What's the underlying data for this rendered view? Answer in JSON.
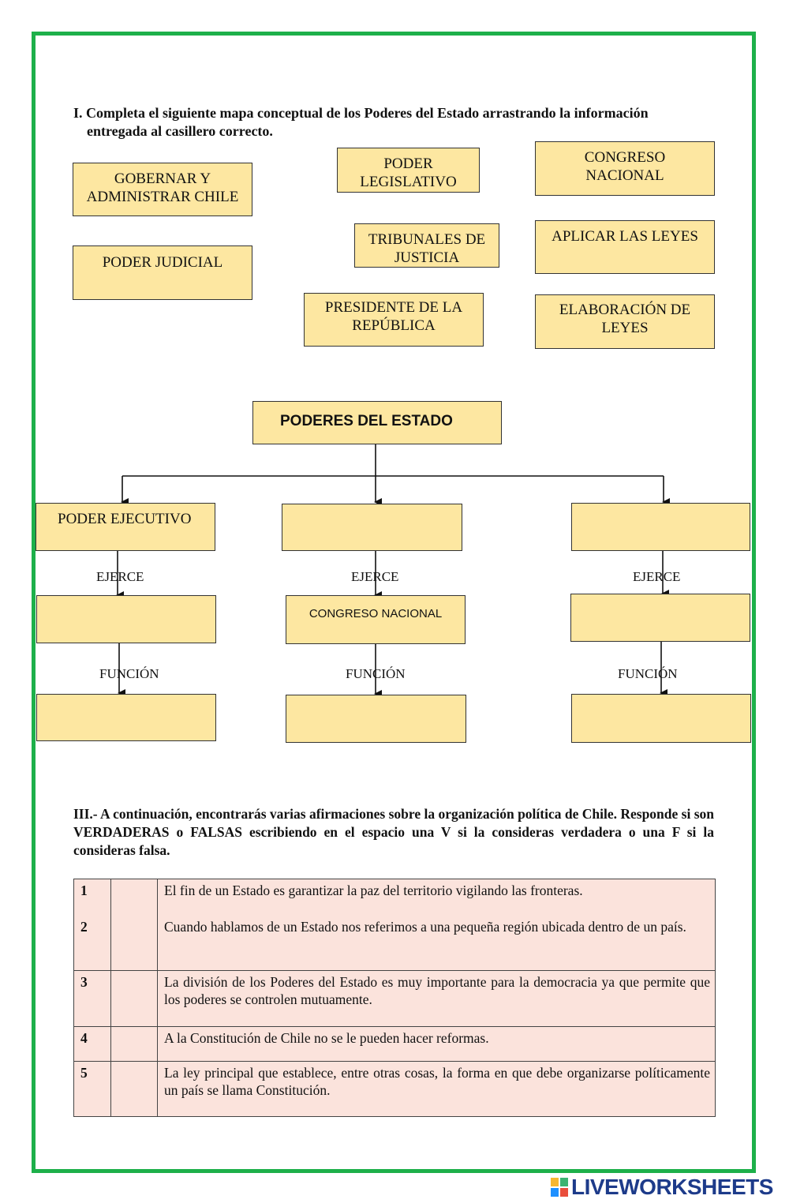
{
  "section1": {
    "instruction_line1": "I. Completa el siguiente mapa conceptual de los Poderes del Estado arrastrando la información",
    "instruction_line2": "entregada al casillero correcto."
  },
  "drag_items": {
    "gobernar_l1": "GOBERNAR Y",
    "gobernar_l2": "ADMINISTRAR CHILE",
    "poder_legislativo_l1": "PODER",
    "poder_legislativo_l2": "LEGISLATIVO",
    "congreso_l1": "CONGRESO",
    "congreso_l2": "NACIONAL",
    "poder_judicial": "PODER JUDICIAL",
    "tribunales_l1": "TRIBUNALES DE",
    "tribunales_l2": "JUSTICIA",
    "aplicar_leyes": "APLICAR LAS LEYES",
    "presidente_l1": "PRESIDENTE DE LA",
    "presidente_l2": "REPÚBLICA",
    "elaboracion_l1": "ELABORACIÓN DE",
    "elaboracion_l2": "LEYES"
  },
  "concept_map": {
    "root": "PODERES DEL ESTADO",
    "col1_power": "PODER EJECUTIVO",
    "col2_exerce_prefilled": "CONGRESO NACIONAL",
    "label_ejerce": "EJERCE",
    "label_funcion": "FUNCIÓN"
  },
  "section3": {
    "instruction": "III.- A continuación, encontrarás varias afirmaciones sobre la organización política de Chile. Responde si son VERDADERAS o FALSAS escribiendo en el espacio una V si la consideras verdadera o una F si la consideras falsa.",
    "rows": [
      {
        "n1": "1",
        "t1": "El fin de un Estado es garantizar la paz del territorio vigilando las fronteras.",
        "n2": "2",
        "t2": "Cuando hablamos de un Estado nos referimos a una pequeña región ubicada dentro de un país."
      },
      {
        "n": "3",
        "t": "La división de los Poderes del Estado es muy importante para la democracia ya que permite que los poderes se controlen mutuamente."
      },
      {
        "n": "4",
        "t": "A la Constitución de Chile no se le pueden hacer reformas."
      },
      {
        "n": "5",
        "t": "La ley principal que establece, entre otras cosas, la forma en que debe organizarse políticamente un país se llama Constitución."
      }
    ]
  },
  "brand": {
    "name": "LIVEWORKSHEETS"
  },
  "colors": {
    "frame": "#1db04a",
    "box": "#fde7a1",
    "table": "#fbe3dc",
    "brand": "#1d3b8a"
  }
}
